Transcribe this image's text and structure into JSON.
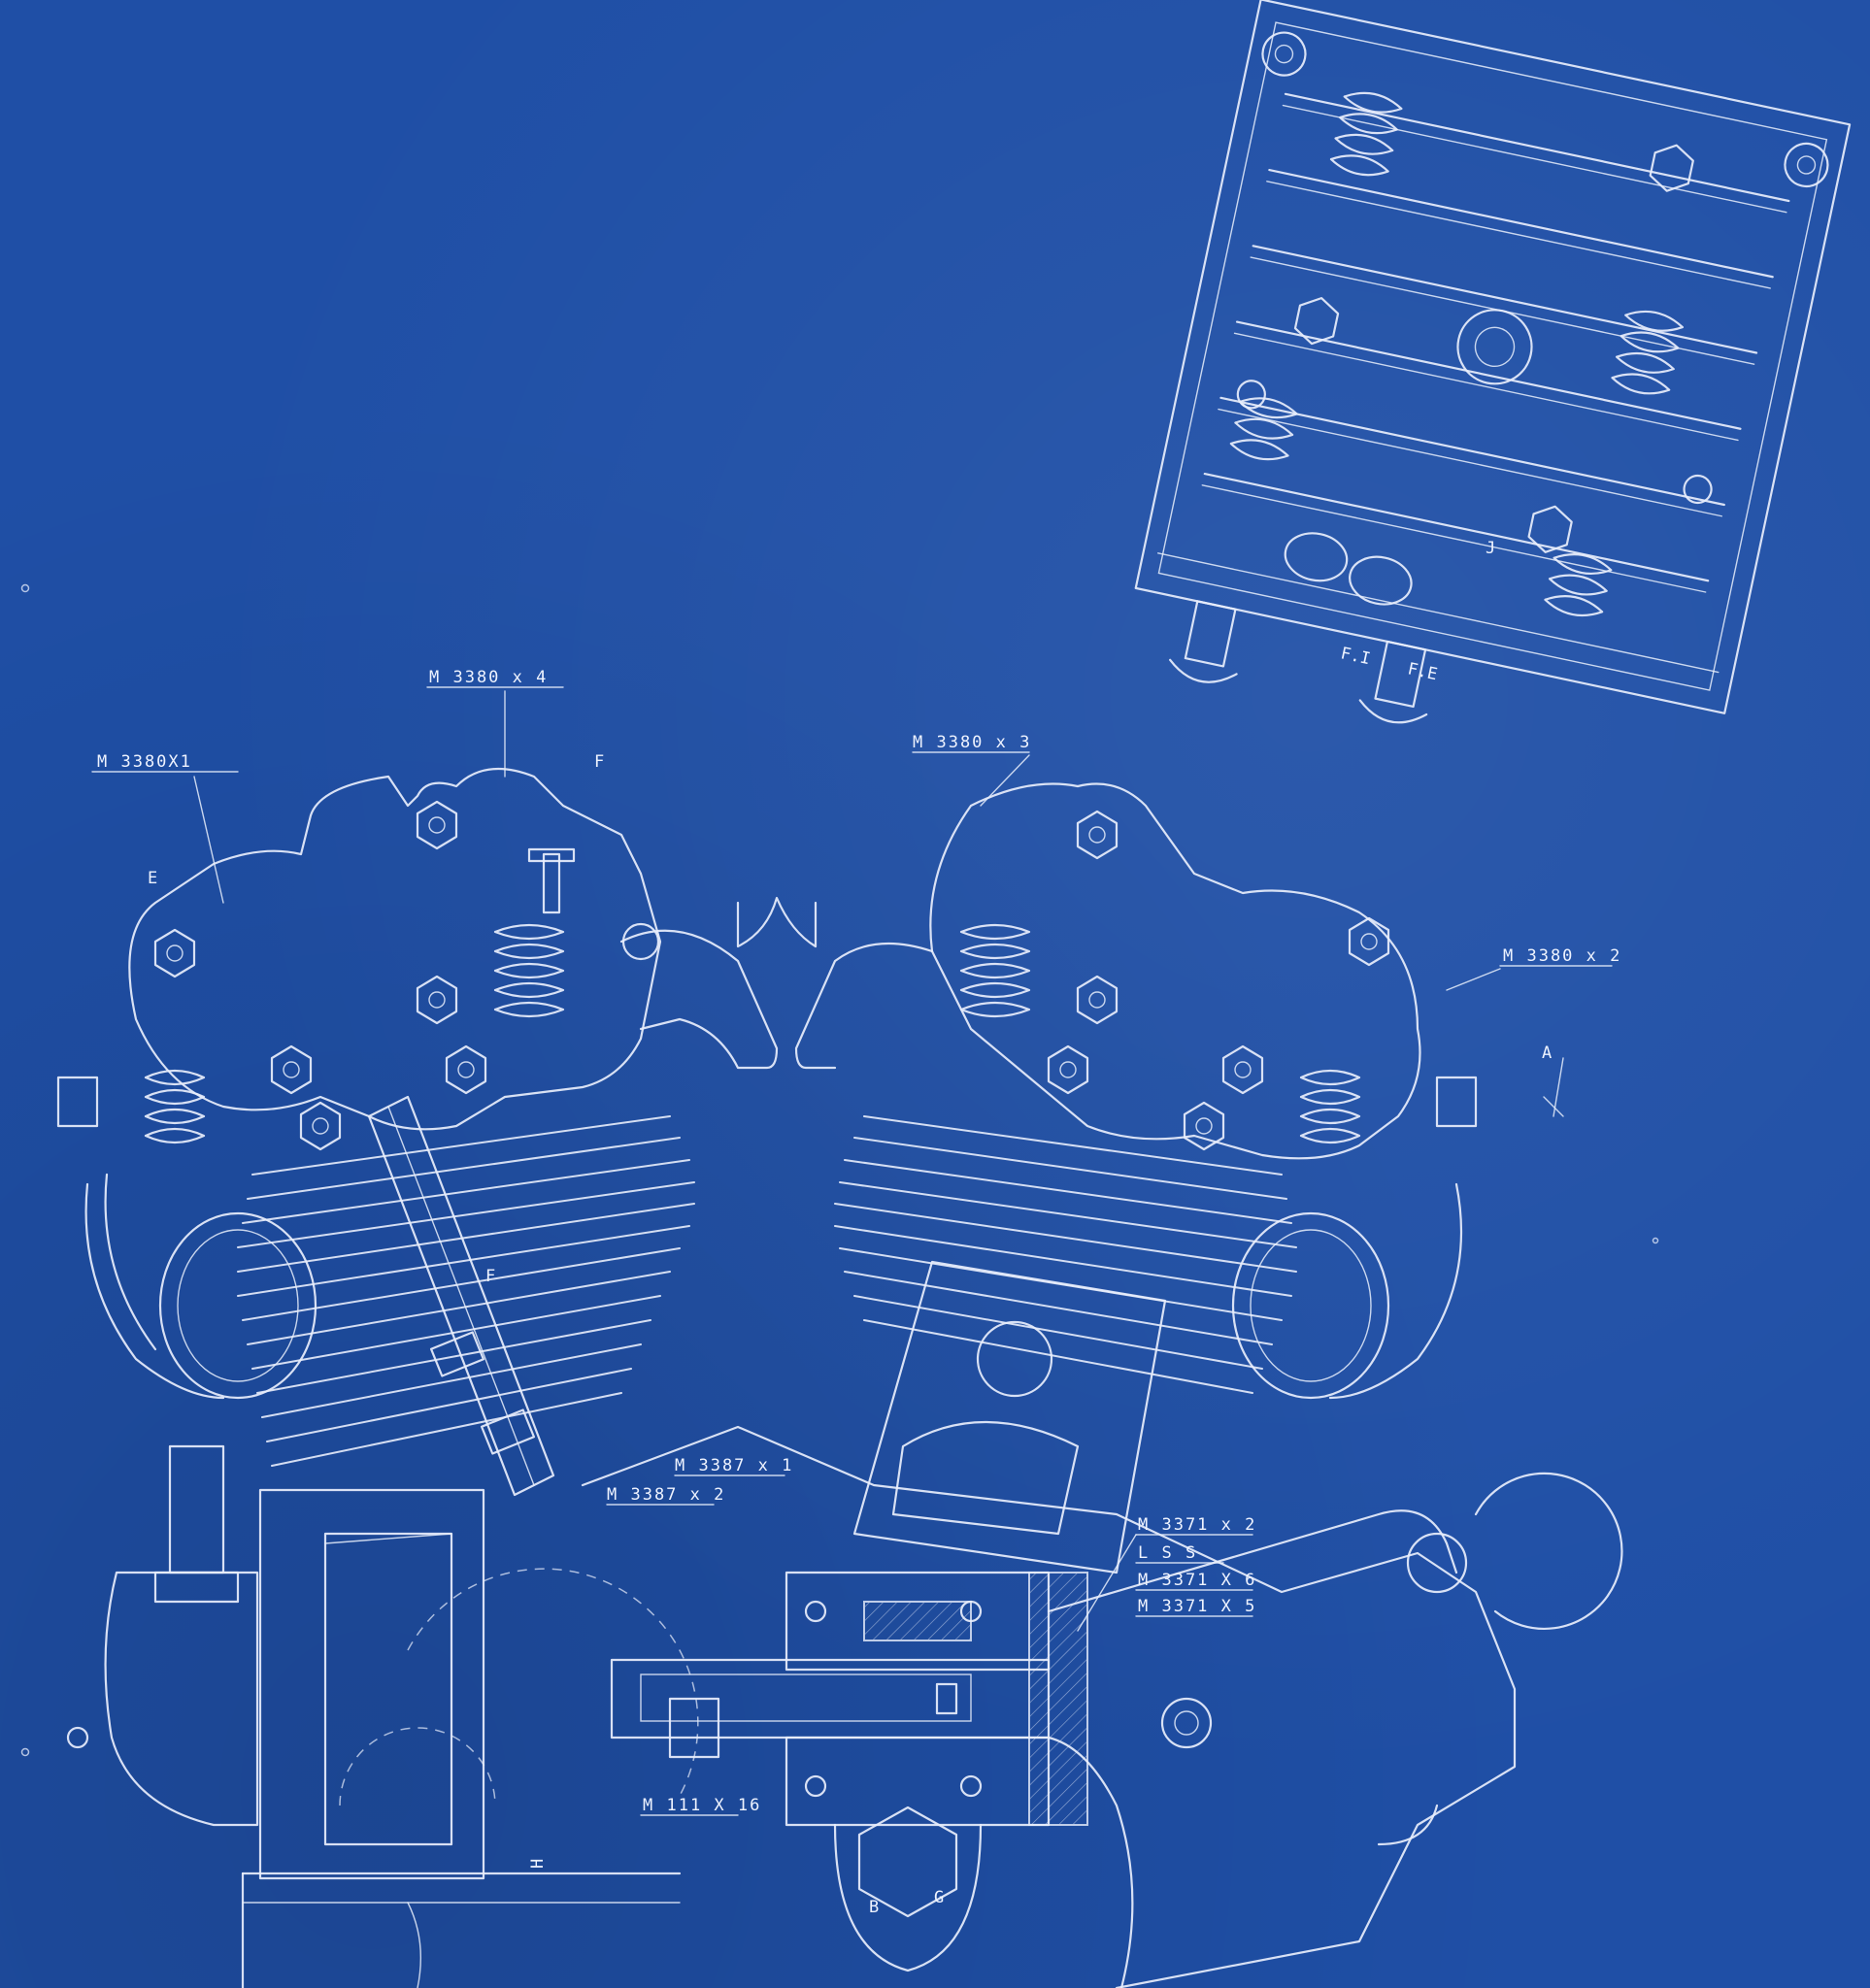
{
  "callouts": {
    "m3380x1": "M 3380X1",
    "m3380x4": "M 3380 x 4",
    "m3380x3": "M 3380 x 3",
    "m3380x2": "M 3380 x 2",
    "m3387x1": "M 3387 x 1",
    "m3387x2": "M 3387 x 2",
    "m3371x2": "M 3371 x 2",
    "lss": "L S S",
    "m3371x6": "M 3371 X 6",
    "m3371x5": "M 3371 X 5",
    "m111x16": "M 111 X 16"
  },
  "markers": {
    "a": "A",
    "b": "B",
    "e": "E",
    "f_top": "F",
    "f_mid": "F",
    "g": "G",
    "h": "H",
    "j": "J",
    "fi": "F.I",
    "fe": "F.E"
  },
  "colors": {
    "paper": "#1f4fa6",
    "lines": "#e8eefc"
  }
}
